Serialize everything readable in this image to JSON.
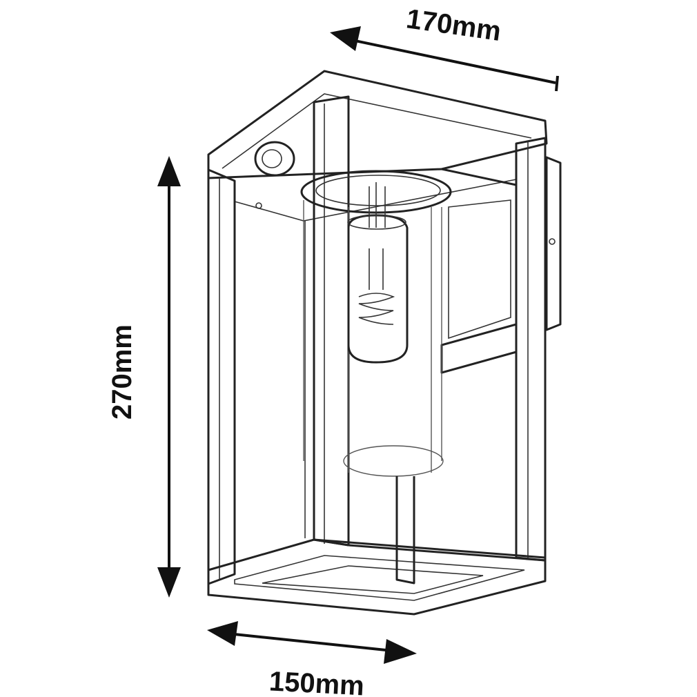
{
  "dimensions": {
    "depth": "170mm",
    "height": "270mm",
    "width": "150mm"
  },
  "colors": {
    "line": "#222222",
    "label": "#111111",
    "background": "#ffffff"
  }
}
